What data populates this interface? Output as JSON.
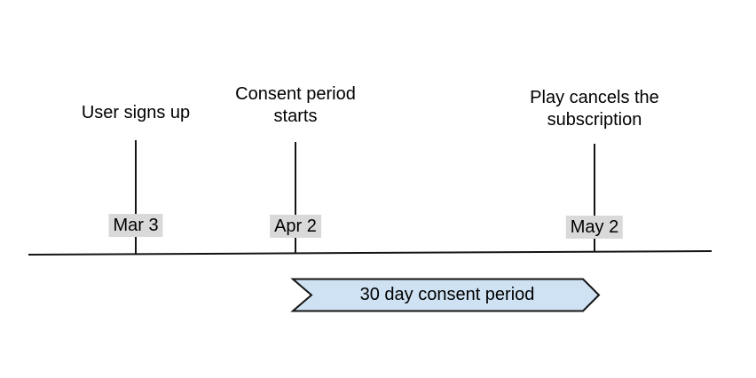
{
  "canvas": {
    "background": "#ffffff"
  },
  "timeline": {
    "line_color": "#141414",
    "date_chip_bg": "#d9d9d9",
    "events": [
      {
        "label": "User signs up",
        "date": "Mar 3"
      },
      {
        "label": "Consent period starts",
        "date": "Apr 2"
      },
      {
        "label": "Play cancels the subscription",
        "date": "May 2"
      }
    ]
  },
  "banner": {
    "label": "30 day consent period",
    "fill": "#cfe2f3"
  }
}
